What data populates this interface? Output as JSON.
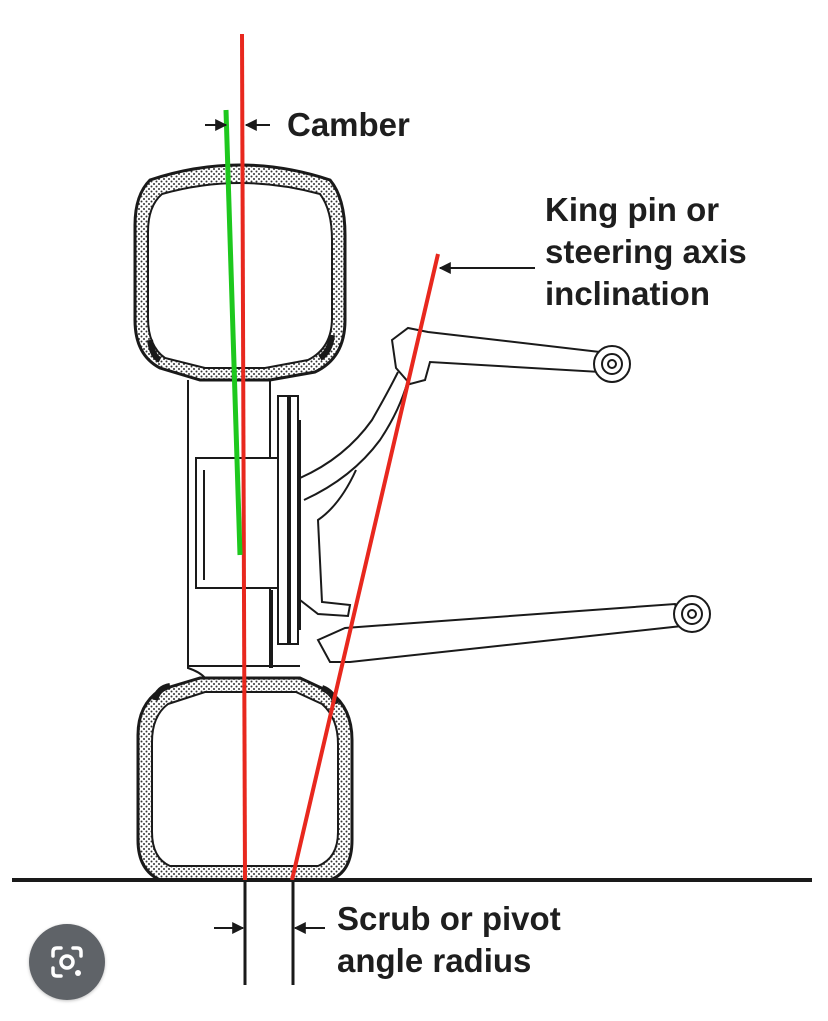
{
  "labels": {
    "camber": "Camber",
    "kingpin": [
      "King pin or",
      "steering axis",
      "inclination"
    ],
    "scrub": [
      "Scrub or pivot",
      "angle radius"
    ]
  },
  "colors": {
    "camber_line": "#1ec81e",
    "axis_lines": "#e8281e",
    "outline": "#1a1a1a",
    "lens_button": "#5f6368"
  },
  "icons": {
    "lens_button": "google-lens-icon"
  }
}
